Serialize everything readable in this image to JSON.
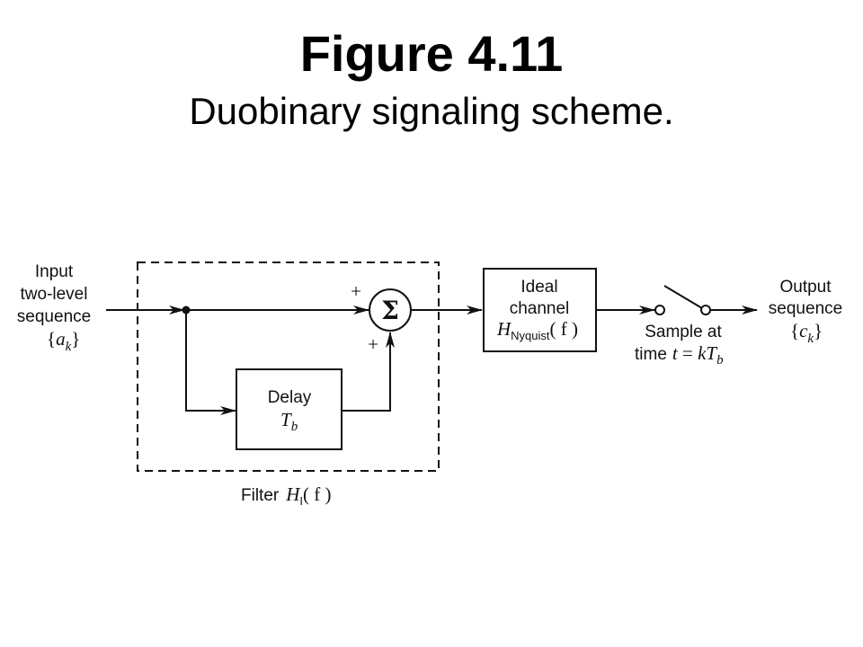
{
  "figure": {
    "title": "Figure 4.11",
    "subtitle": "Duobinary signaling scheme."
  },
  "diagram": {
    "input_label_line1": "Input",
    "input_label_line2": "two-level",
    "input_label_line3": "sequence",
    "input_seq_open": "{",
    "input_seq_var": "a",
    "input_seq_sub": "k",
    "input_seq_close": "}",
    "plus_top": "+",
    "plus_bottom": "+",
    "sum_symbol": "Σ",
    "delay_label": "Delay",
    "delay_var": "T",
    "delay_sub": "b",
    "filter_label": "Filter",
    "filter_var": "H",
    "filter_sub": "I",
    "filter_arg": "( f )",
    "channel_line1": "Ideal",
    "channel_line2": "channel",
    "channel_var": "H",
    "channel_sub": "Nyquist",
    "channel_arg": "( f )",
    "sample_line1": "Sample at",
    "sample_line2_text": "time",
    "sample_eq_t": "t",
    "sample_eq_mid": " = ",
    "sample_eq_k": "kT",
    "sample_eq_sub": "b",
    "output_line1": "Output",
    "output_line2": "sequence",
    "output_seq_open": "{",
    "output_seq_var": "c",
    "output_seq_sub": "k",
    "output_seq_close": "}"
  }
}
